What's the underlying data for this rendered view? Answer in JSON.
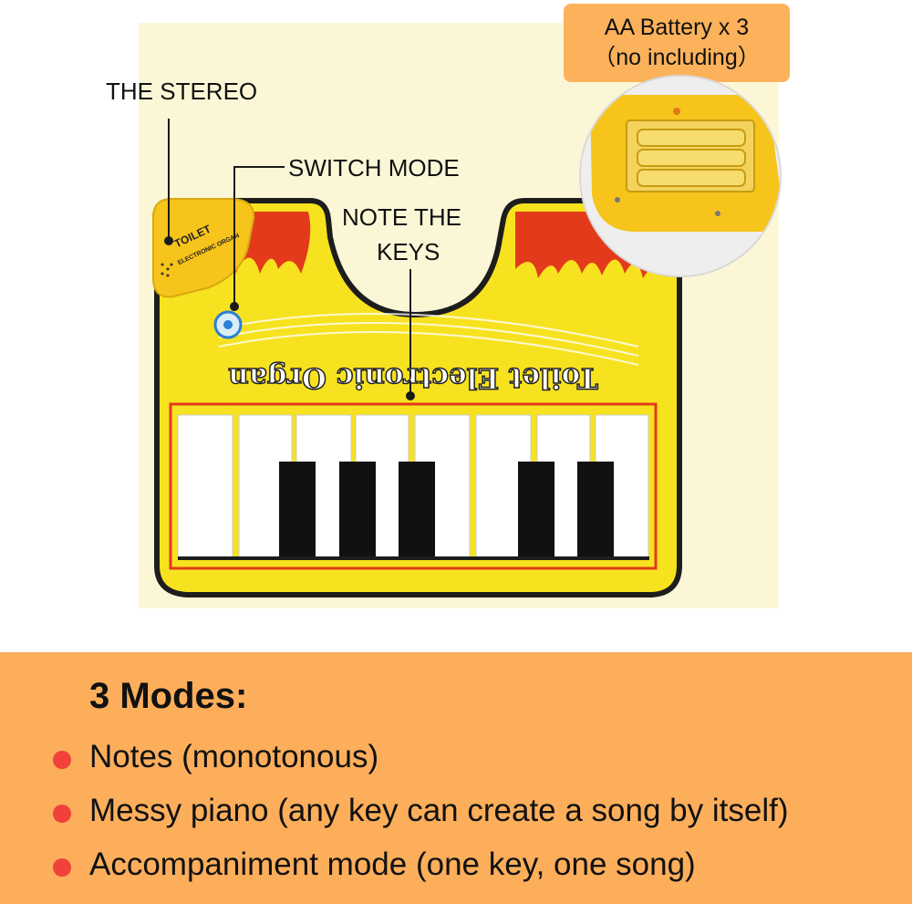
{
  "callouts": {
    "stereo": "THE STEREO",
    "switch_mode": "SWITCH MODE",
    "note_keys_line1": "NOTE THE",
    "note_keys_line2": "KEYS"
  },
  "battery": {
    "line1": "AA Battery x 3",
    "line2": "（no including）"
  },
  "product": {
    "mat_title": "Toilet Electronic Organ",
    "box_label": "TOILET",
    "box_sublabel": "ELECTRONIC ORGAN"
  },
  "modes": {
    "title": "3 Modes:",
    "items": [
      "Notes (monotonous)",
      "Messy piano (any key can create a song by itself)",
      "Accompaniment mode (one key, one song)"
    ]
  },
  "colors": {
    "panel": "#fcae5b",
    "bullet": "#f0413a",
    "mat_yellow": "#f7e21f",
    "flame_red": "#e33a1c"
  }
}
